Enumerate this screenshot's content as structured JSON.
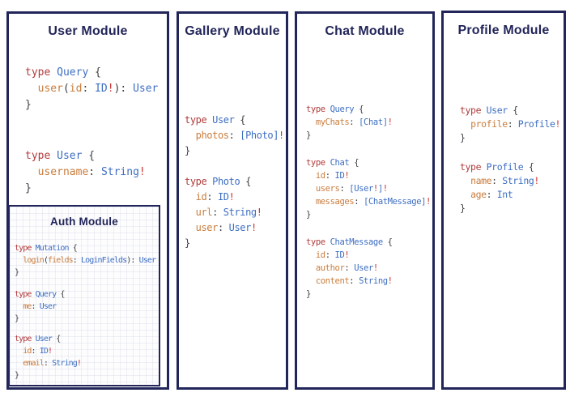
{
  "palette": {
    "navy": "#222559",
    "keyword": "#b23c3c",
    "type": "#3d6ec2",
    "field": "#c97c3c",
    "bang": "#cb3331",
    "punct": "#3c3f44"
  },
  "modules": {
    "user": {
      "title": "User Module",
      "code": [
        [
          [
            [
              "type",
              "k"
            ],
            [
              " ",
              "p"
            ],
            [
              "Query",
              "t"
            ],
            [
              " {",
              "p"
            ]
          ],
          [
            [
              "  ",
              "p"
            ],
            [
              "user",
              "f"
            ],
            [
              "(",
              "p"
            ],
            [
              "id",
              "f"
            ],
            [
              ": ",
              "p"
            ],
            [
              "ID",
              "t"
            ],
            [
              "!",
              "b"
            ],
            [
              "): ",
              "p"
            ],
            [
              "User",
              "t"
            ]
          ],
          [
            [
              "}",
              "p"
            ]
          ]
        ],
        [
          [
            [
              "type",
              "k"
            ],
            [
              " ",
              "p"
            ],
            [
              "User",
              "t"
            ],
            [
              " {",
              "p"
            ]
          ],
          [
            [
              "  ",
              "p"
            ],
            [
              "username",
              "f"
            ],
            [
              ": ",
              "p"
            ],
            [
              "String",
              "t"
            ],
            [
              "!",
              "b"
            ]
          ],
          [
            [
              "}",
              "p"
            ]
          ]
        ]
      ]
    },
    "auth": {
      "title": "Auth Module",
      "code": [
        [
          [
            [
              "type",
              "k"
            ],
            [
              " ",
              "p"
            ],
            [
              "Mutation",
              "t"
            ],
            [
              " {",
              "p"
            ]
          ],
          [
            [
              "  ",
              "p"
            ],
            [
              "login",
              "f"
            ],
            [
              "(",
              "p"
            ],
            [
              "fields",
              "f"
            ],
            [
              ": ",
              "p"
            ],
            [
              "LoginFields",
              "t"
            ],
            [
              "): ",
              "p"
            ],
            [
              "User",
              "t"
            ]
          ],
          [
            [
              "}",
              "p"
            ]
          ]
        ],
        [
          [
            [
              "type",
              "k"
            ],
            [
              " ",
              "p"
            ],
            [
              "Query",
              "t"
            ],
            [
              " {",
              "p"
            ]
          ],
          [
            [
              "  ",
              "p"
            ],
            [
              "me",
              "f"
            ],
            [
              ": ",
              "p"
            ],
            [
              "User",
              "t"
            ]
          ],
          [
            [
              "}",
              "p"
            ]
          ]
        ],
        [
          [
            [
              "type",
              "k"
            ],
            [
              " ",
              "p"
            ],
            [
              "User",
              "t"
            ],
            [
              " {",
              "p"
            ]
          ],
          [
            [
              "  ",
              "p"
            ],
            [
              "id",
              "f"
            ],
            [
              ": ",
              "p"
            ],
            [
              "ID",
              "t"
            ],
            [
              "!",
              "b"
            ]
          ],
          [
            [
              "  ",
              "p"
            ],
            [
              "email",
              "f"
            ],
            [
              ": ",
              "p"
            ],
            [
              "String",
              "t"
            ],
            [
              "!",
              "b"
            ]
          ],
          [
            [
              "}",
              "p"
            ]
          ]
        ]
      ]
    },
    "gallery": {
      "title": "Gallery Module",
      "code": [
        [
          [
            [
              "type",
              "k"
            ],
            [
              " ",
              "p"
            ],
            [
              "User",
              "t"
            ],
            [
              " {",
              "p"
            ]
          ],
          [
            [
              "  ",
              "p"
            ],
            [
              "photos",
              "f"
            ],
            [
              ": ",
              "p"
            ],
            [
              "[Photo]",
              "t"
            ],
            [
              "!",
              "b"
            ]
          ],
          [
            [
              "}",
              "p"
            ]
          ]
        ],
        [
          [
            [
              "type",
              "k"
            ],
            [
              " ",
              "p"
            ],
            [
              "Photo",
              "t"
            ],
            [
              " {",
              "p"
            ]
          ],
          [
            [
              "  ",
              "p"
            ],
            [
              "id",
              "f"
            ],
            [
              ": ",
              "p"
            ],
            [
              "ID",
              "t"
            ],
            [
              "!",
              "b"
            ]
          ],
          [
            [
              "  ",
              "p"
            ],
            [
              "url",
              "f"
            ],
            [
              ": ",
              "p"
            ],
            [
              "String",
              "t"
            ],
            [
              "!",
              "b"
            ]
          ],
          [
            [
              "  ",
              "p"
            ],
            [
              "user",
              "f"
            ],
            [
              ": ",
              "p"
            ],
            [
              "User",
              "t"
            ],
            [
              "!",
              "b"
            ]
          ],
          [
            [
              "}",
              "p"
            ]
          ]
        ]
      ]
    },
    "chat": {
      "title": "Chat Module",
      "code": [
        [
          [
            [
              "type",
              "k"
            ],
            [
              " ",
              "p"
            ],
            [
              "Query",
              "t"
            ],
            [
              " {",
              "p"
            ]
          ],
          [
            [
              "  ",
              "p"
            ],
            [
              "myChats",
              "f"
            ],
            [
              ": ",
              "p"
            ],
            [
              "[Chat]",
              "t"
            ],
            [
              "!",
              "b"
            ]
          ],
          [
            [
              "}",
              "p"
            ]
          ]
        ],
        [
          [
            [
              "type",
              "k"
            ],
            [
              " ",
              "p"
            ],
            [
              "Chat",
              "t"
            ],
            [
              " {",
              "p"
            ]
          ],
          [
            [
              "  ",
              "p"
            ],
            [
              "id",
              "f"
            ],
            [
              ": ",
              "p"
            ],
            [
              "ID",
              "t"
            ],
            [
              "!",
              "b"
            ]
          ],
          [
            [
              "  ",
              "p"
            ],
            [
              "users",
              "f"
            ],
            [
              ": ",
              "p"
            ],
            [
              "[User",
              "t"
            ],
            [
              "!",
              "b"
            ],
            [
              "]",
              "t"
            ],
            [
              "!",
              "b"
            ]
          ],
          [
            [
              "  ",
              "p"
            ],
            [
              "messages",
              "f"
            ],
            [
              ": ",
              "p"
            ],
            [
              "[ChatMessage]",
              "t"
            ],
            [
              "!",
              "b"
            ]
          ],
          [
            [
              "}",
              "p"
            ]
          ]
        ],
        [
          [
            [
              "type",
              "k"
            ],
            [
              " ",
              "p"
            ],
            [
              "ChatMessage",
              "t"
            ],
            [
              " {",
              "p"
            ]
          ],
          [
            [
              "  ",
              "p"
            ],
            [
              "id",
              "f"
            ],
            [
              ": ",
              "p"
            ],
            [
              "ID",
              "t"
            ],
            [
              "!",
              "b"
            ]
          ],
          [
            [
              "  ",
              "p"
            ],
            [
              "author",
              "f"
            ],
            [
              ": ",
              "p"
            ],
            [
              "User",
              "t"
            ],
            [
              "!",
              "b"
            ]
          ],
          [
            [
              "  ",
              "p"
            ],
            [
              "content",
              "f"
            ],
            [
              ": ",
              "p"
            ],
            [
              "String",
              "t"
            ],
            [
              "!",
              "b"
            ]
          ],
          [
            [
              "}",
              "p"
            ]
          ]
        ]
      ]
    },
    "profile": {
      "title": "Profile Module",
      "code": [
        [
          [
            [
              "type",
              "k"
            ],
            [
              " ",
              "p"
            ],
            [
              "User",
              "t"
            ],
            [
              " {",
              "p"
            ]
          ],
          [
            [
              "  ",
              "p"
            ],
            [
              "profile",
              "f"
            ],
            [
              ": ",
              "p"
            ],
            [
              "Profile",
              "t"
            ],
            [
              "!",
              "b"
            ]
          ],
          [
            [
              "}",
              "p"
            ]
          ]
        ],
        [
          [
            [
              "type",
              "k"
            ],
            [
              " ",
              "p"
            ],
            [
              "Profile",
              "t"
            ],
            [
              " {",
              "p"
            ]
          ],
          [
            [
              "  ",
              "p"
            ],
            [
              "name",
              "f"
            ],
            [
              ": ",
              "p"
            ],
            [
              "String",
              "t"
            ],
            [
              "!",
              "b"
            ]
          ],
          [
            [
              "  ",
              "p"
            ],
            [
              "age",
              "f"
            ],
            [
              ": ",
              "p"
            ],
            [
              "Int",
              "t"
            ]
          ],
          [
            [
              "}",
              "p"
            ]
          ]
        ]
      ]
    }
  }
}
